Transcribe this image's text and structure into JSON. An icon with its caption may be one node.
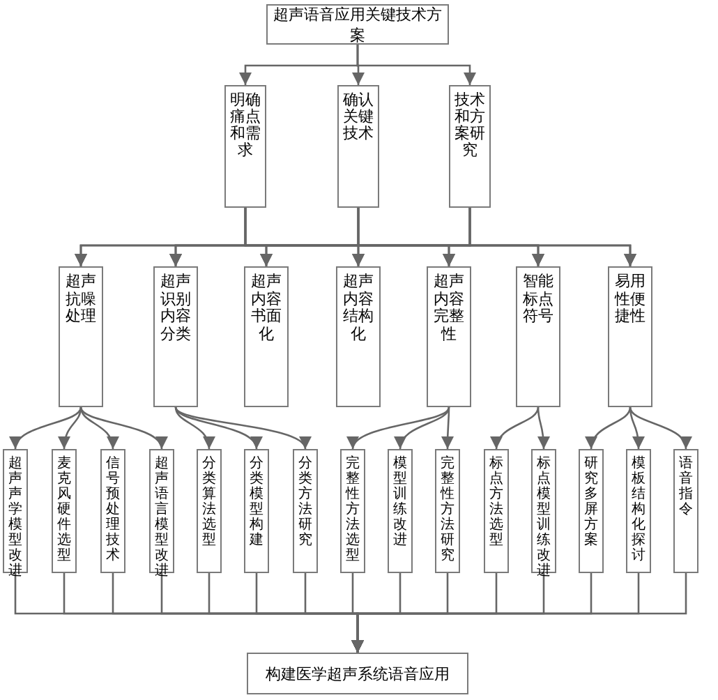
{
  "diagram": {
    "nodes": [
      {
        "text": [
          "超声语音应用关键技术方案"
        ]
      },
      {
        "text": [
          "明确痛点和需求"
        ]
      },
      {
        "text": [
          "确认关键技术"
        ]
      },
      {
        "text": [
          "技术和方案研究"
        ]
      },
      {
        "text": [
          "超声抗噪处理"
        ]
      },
      {
        "text": [
          "超声识别内容分类"
        ]
      },
      {
        "text": [
          "超声内容书面化"
        ]
      },
      {
        "text": [
          "超声内容结构化"
        ]
      },
      {
        "text": [
          "超声内容完整性"
        ]
      },
      {
        "text": [
          "智能标点符号"
        ]
      },
      {
        "text": [
          "易用性便捷性"
        ]
      },
      {
        "text": [
          "超声声学模型改进"
        ]
      },
      {
        "text": [
          "麦克风硬件选型"
        ]
      },
      {
        "text": [
          "信号预处理技术"
        ]
      },
      {
        "text": [
          "超声语言模型改进"
        ]
      },
      {
        "text": [
          "分类算法选型"
        ]
      },
      {
        "text": [
          "分类模型构建"
        ]
      },
      {
        "text": [
          "分类方法研究"
        ]
      },
      {
        "text": [
          "完整性方法选型"
        ]
      },
      {
        "text": [
          "模型训练改进"
        ]
      },
      {
        "text": [
          "完整性方法研究"
        ]
      },
      {
        "text": [
          "标点方法选型"
        ]
      },
      {
        "text": [
          "标点模型训练改进"
        ]
      },
      {
        "text": [
          "研究多屏方案"
        ]
      },
      {
        "text": [
          "模板结构化探讨"
        ]
      },
      {
        "text": [
          "语音指令"
        ]
      },
      {
        "text": [
          "构建医学超声系统语音应用"
        ]
      }
    ],
    "edges": [
      {
        "from": 0,
        "to": 1,
        "arrow": "to"
      },
      {
        "from": 0,
        "to": 2,
        "arrow": "to"
      },
      {
        "from": 0,
        "to": 3,
        "arrow": "to"
      },
      {
        "from": 1,
        "to": 4,
        "arrow": "to"
      },
      {
        "from": 1,
        "to": 5,
        "arrow": "to"
      },
      {
        "from": 1,
        "to": 6,
        "arrow": "to"
      },
      {
        "from": 1,
        "to": 7,
        "arrow": "to"
      },
      {
        "from": 1,
        "to": 8,
        "arrow": "to"
      },
      {
        "from": 1,
        "to": 9,
        "arrow": "to"
      },
      {
        "from": 1,
        "to": 10,
        "arrow": "to"
      },
      {
        "from": 2,
        "to": 4,
        "arrow": "to"
      },
      {
        "from": 2,
        "to": 5,
        "arrow": "to"
      },
      {
        "from": 2,
        "to": 6,
        "arrow": "to"
      },
      {
        "from": 2,
        "to": 7,
        "arrow": "to"
      },
      {
        "from": 2,
        "to": 8,
        "arrow": "to"
      },
      {
        "from": 2,
        "to": 9,
        "arrow": "to"
      },
      {
        "from": 2,
        "to": 10,
        "arrow": "to"
      },
      {
        "from": 3,
        "to": 4,
        "arrow": "to"
      },
      {
        "from": 3,
        "to": 5,
        "arrow": "to"
      },
      {
        "from": 3,
        "to": 6,
        "arrow": "to"
      },
      {
        "from": 3,
        "to": 7,
        "arrow": "to"
      },
      {
        "from": 3,
        "to": 8,
        "arrow": "to"
      },
      {
        "from": 3,
        "to": 9,
        "arrow": "to"
      },
      {
        "from": 3,
        "to": 10,
        "arrow": "to"
      },
      {
        "from": 4,
        "to": 11,
        "arrow": "to"
      },
      {
        "from": 4,
        "to": 12,
        "arrow": "to"
      },
      {
        "from": 4,
        "to": 13,
        "arrow": "to"
      },
      {
        "from": 4,
        "to": 14,
        "arrow": "to"
      },
      {
        "from": 5,
        "to": 15,
        "arrow": "to"
      },
      {
        "from": 5,
        "to": 16,
        "arrow": "to"
      },
      {
        "from": 5,
        "to": 17,
        "arrow": "to"
      },
      {
        "from": 8,
        "to": 18,
        "arrow": "to"
      },
      {
        "from": 8,
        "to": 19,
        "arrow": "to"
      },
      {
        "from": 8,
        "to": 20,
        "arrow": "to"
      },
      {
        "from": 9,
        "to": 21,
        "arrow": "to"
      },
      {
        "from": 9,
        "to": 22,
        "arrow": "to"
      },
      {
        "from": 10,
        "to": 23,
        "arrow": "to"
      },
      {
        "from": 10,
        "to": 24,
        "arrow": "to"
      },
      {
        "from": 10,
        "to": 25,
        "arrow": "to"
      },
      {
        "from": 11,
        "to": 26,
        "arrow": "to"
      },
      {
        "from": 12,
        "to": 26,
        "arrow": "to"
      },
      {
        "from": 13,
        "to": 26,
        "arrow": "to"
      },
      {
        "from": 14,
        "to": 26,
        "arrow": "to"
      },
      {
        "from": 15,
        "to": 26,
        "arrow": "to"
      },
      {
        "from": 16,
        "to": 26,
        "arrow": "to"
      },
      {
        "from": 17,
        "to": 26,
        "arrow": "to"
      },
      {
        "from": 18,
        "to": 26,
        "arrow": "to"
      },
      {
        "from": 19,
        "to": 26,
        "arrow": "to"
      },
      {
        "from": 20,
        "to": 26,
        "arrow": "to"
      },
      {
        "from": 21,
        "to": 26,
        "arrow": "to"
      },
      {
        "from": 22,
        "to": 26,
        "arrow": "to"
      },
      {
        "from": 23,
        "to": 26,
        "arrow": "to"
      },
      {
        "from": 24,
        "to": 26,
        "arrow": "to"
      },
      {
        "from": 25,
        "to": 26,
        "arrow": "to"
      }
    ]
  }
}
